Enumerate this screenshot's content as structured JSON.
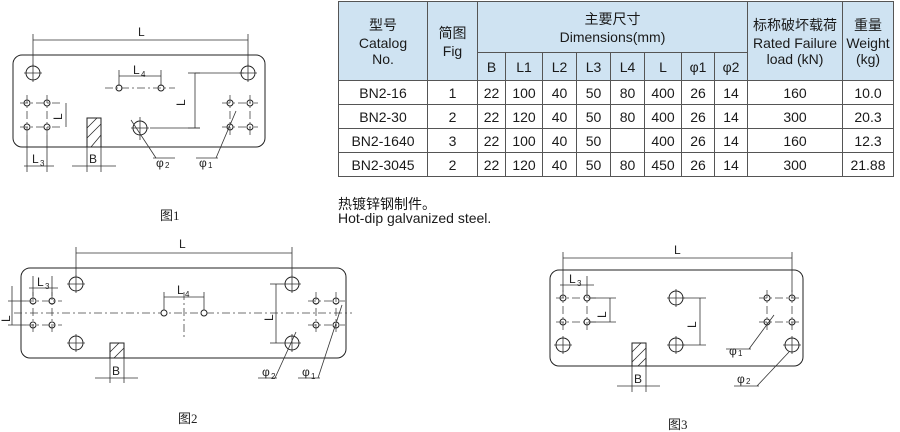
{
  "table": {
    "h_catalog": [
      "型号",
      "Catalog",
      "No."
    ],
    "h_fig": [
      "简图",
      "Fig"
    ],
    "h_dims": [
      "主要尺寸",
      "Dimensions(mm)"
    ],
    "h_load": [
      "标称破坏载荷",
      "Rated Failure",
      "load (kN)"
    ],
    "h_weight": [
      "重量",
      "Weight",
      "(kg)"
    ],
    "subcols": [
      "B",
      "L1",
      "L2",
      "L3",
      "L4",
      "L",
      "φ1",
      "φ2"
    ],
    "rows": [
      {
        "catalog": "BN2-16",
        "fig": "1",
        "B": "22",
        "L1": "100",
        "L2": "40",
        "L3": "50",
        "L4": "80",
        "L": "400",
        "p1": "26",
        "p2": "14",
        "load": "160",
        "weight": "10.0"
      },
      {
        "catalog": "BN2-30",
        "fig": "2",
        "B": "22",
        "L1": "120",
        "L2": "40",
        "L3": "50",
        "L4": "80",
        "L": "400",
        "p1": "26",
        "p2": "14",
        "load": "300",
        "weight": "20.3"
      },
      {
        "catalog": "BN2-1640",
        "fig": "3",
        "B": "22",
        "L1": "100",
        "L2": "40",
        "L3": "50",
        "L4": "",
        "L": "400",
        "p1": "26",
        "p2": "14",
        "load": "160",
        "weight": "12.3"
      },
      {
        "catalog": "BN2-3045",
        "fig": "2",
        "B": "22",
        "L1": "120",
        "L2": "40",
        "L3": "50",
        "L4": "80",
        "L": "450",
        "p1": "26",
        "p2": "14",
        "load": "300",
        "weight": "21.88"
      }
    ]
  },
  "notes": {
    "cn": "热镀锌钢制件。",
    "en": "Hot-dip galvanized steel."
  },
  "figures": {
    "fig1_caption": "图1",
    "fig2_caption": "图2",
    "fig3_caption": "图3",
    "labels": {
      "L": "L",
      "L1": "L",
      "L2": "L",
      "L3": "L",
      "L4": "L",
      "B": "B",
      "phi": "φ",
      "s1": "1",
      "s2": "2",
      "s3": "3",
      "s4": "4"
    }
  }
}
